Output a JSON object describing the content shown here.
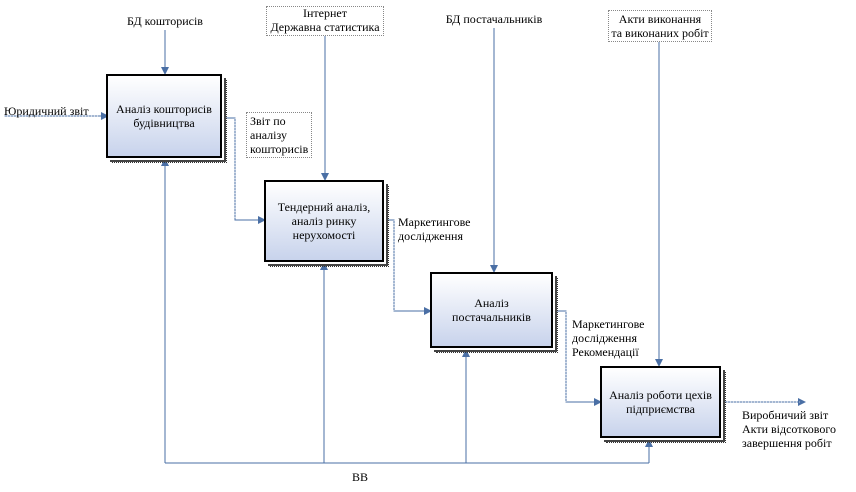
{
  "boxes": {
    "cost_analysis": "Аналіз кошторисів будівництва",
    "tender_analysis": "Тендерний аналіз, аналіз ринку нерухомості",
    "supplier_analysis": "Аналіз постачальників",
    "workshop_analysis": "Аналіз роботи цехів підприємства"
  },
  "labels": {
    "bd_estimates": "БД кошторисів",
    "internet": "Інтернет",
    "state_stats": "Державна статистика",
    "bd_suppliers": "БД постачальників",
    "acts_line1": "Акти виконання",
    "acts_line2": "та виконаних робіт",
    "legal_report": "Юридичний звіт",
    "report_line1": "Звіт по",
    "report_line2": "аналізу",
    "report_line3": "кошторисів",
    "marketing1_line1": "Маркетингове",
    "marketing1_line2": "дослідження",
    "marketing2_line1": "Маркетингове",
    "marketing2_line2": "дослідження",
    "marketing2_line3": "Рекомендації",
    "output_line1": "Виробничий звіт",
    "output_line2": "Акти відсоткового",
    "output_line3": "завершення робіт",
    "bb": "ВВ"
  },
  "colors": {
    "arrow": "#4a6fa5",
    "box_fill": "#c8d3ec",
    "box_border": "#000000"
  }
}
